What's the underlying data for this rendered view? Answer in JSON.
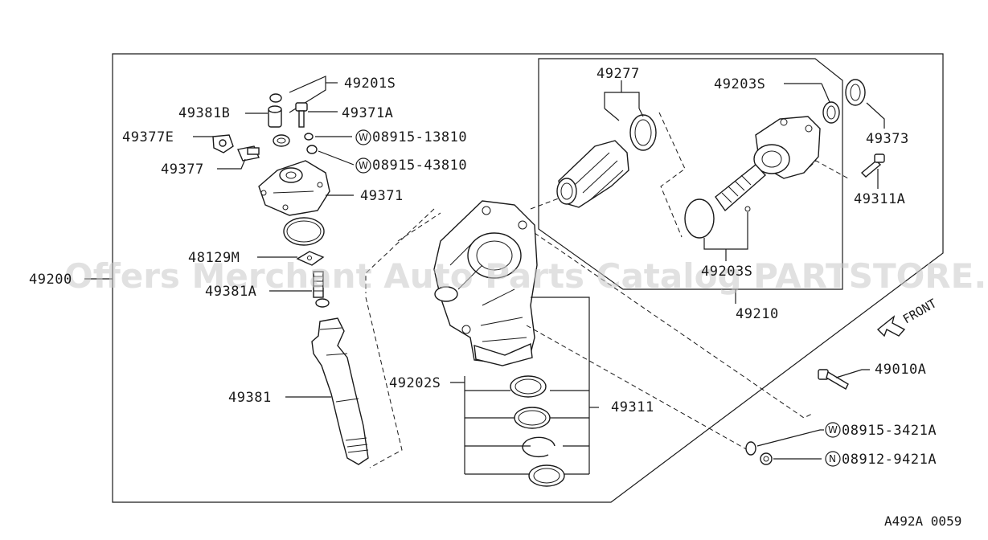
{
  "labels": {
    "p49201S": "49201S",
    "p49381B": "49381B",
    "p49371A": "49371A",
    "p49377E": "49377E",
    "w1": "08915-13810",
    "p49377": "49377",
    "w2": "08915-43810",
    "p49371": "49371",
    "p48129M": "48129M",
    "p49200": "49200",
    "p49381A": "49381A",
    "p49381": "49381",
    "p49202S": "49202S",
    "p49311": "49311",
    "p49277": "49277",
    "p49203S_top": "49203S",
    "p49373": "49373",
    "p49311A": "49311A",
    "p49203S_bottom": "49203S",
    "p49210": "49210",
    "p49010A": "49010A",
    "w3": "08915-3421A",
    "n1": "08912-9421A"
  },
  "markers": {
    "washer": "W",
    "nut": "N"
  },
  "front": "FRONT",
  "watermark": "Offers Merchant Auto Parts Catalog PARTSTORE.SA",
  "diagram_code": "A492A 0059"
}
